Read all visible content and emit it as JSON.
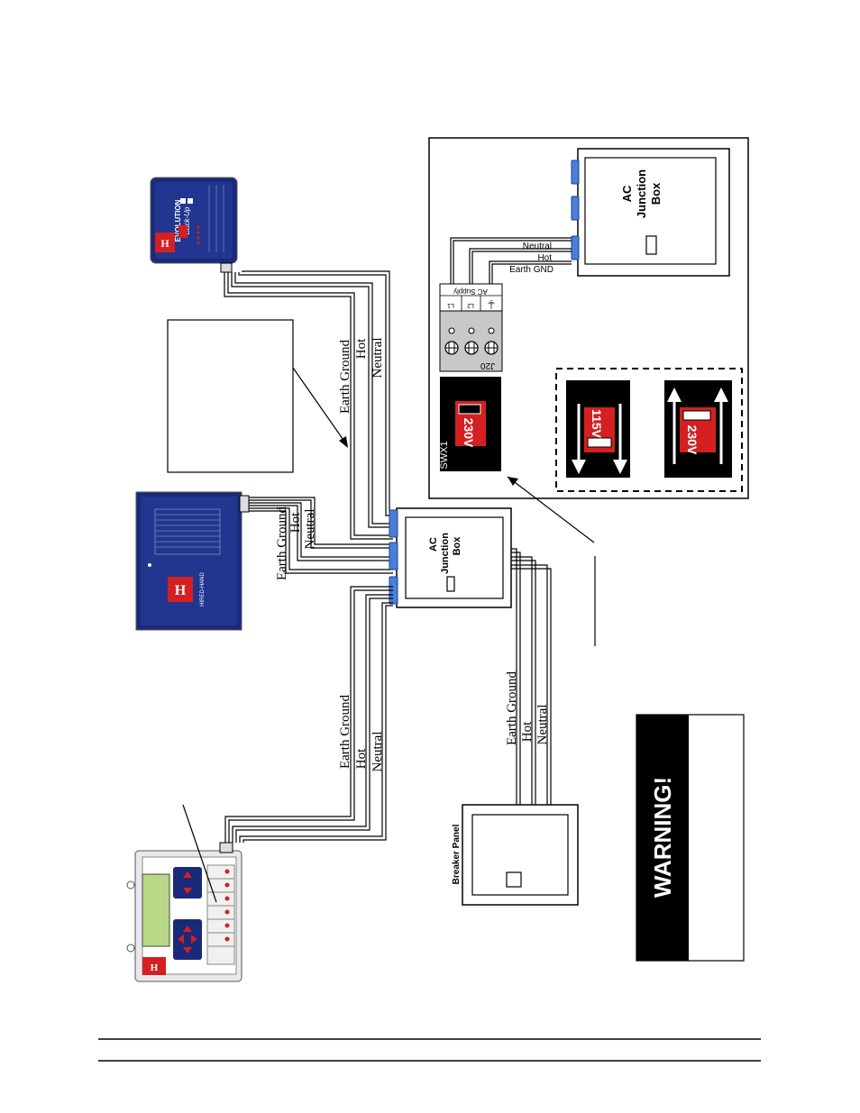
{
  "wiring": {
    "earth_ground": "Earth Ground",
    "hot": "Hot",
    "neutral": "Neutral"
  },
  "junction_box": {
    "line1": "AC",
    "line2": "Junction",
    "line3": "Box"
  },
  "breaker_panel": {
    "label": "Breaker Panel"
  },
  "detail": {
    "neutral": "Neutral",
    "hot": "Hot",
    "earth_gnd": "Earth GND",
    "ac_supply": "AC Supply",
    "l1": "L1",
    "l2": "L2",
    "j20": "J20",
    "swx1": "SWX1",
    "v230": "230V",
    "v115": "115V"
  },
  "devices": {
    "backup_brand": "EVOLUTION",
    "backup_sub": "Back-Up",
    "panel_brand": "HIRED-HAND"
  },
  "warning": {
    "title": "WARNING!"
  },
  "colors": {
    "navy": "#1a2a7a",
    "connector_blue": "#4a7fd8",
    "switch_red": "#d42020",
    "terminal_gray": "#c8c8c8",
    "lcd_green": "#b8d888"
  }
}
